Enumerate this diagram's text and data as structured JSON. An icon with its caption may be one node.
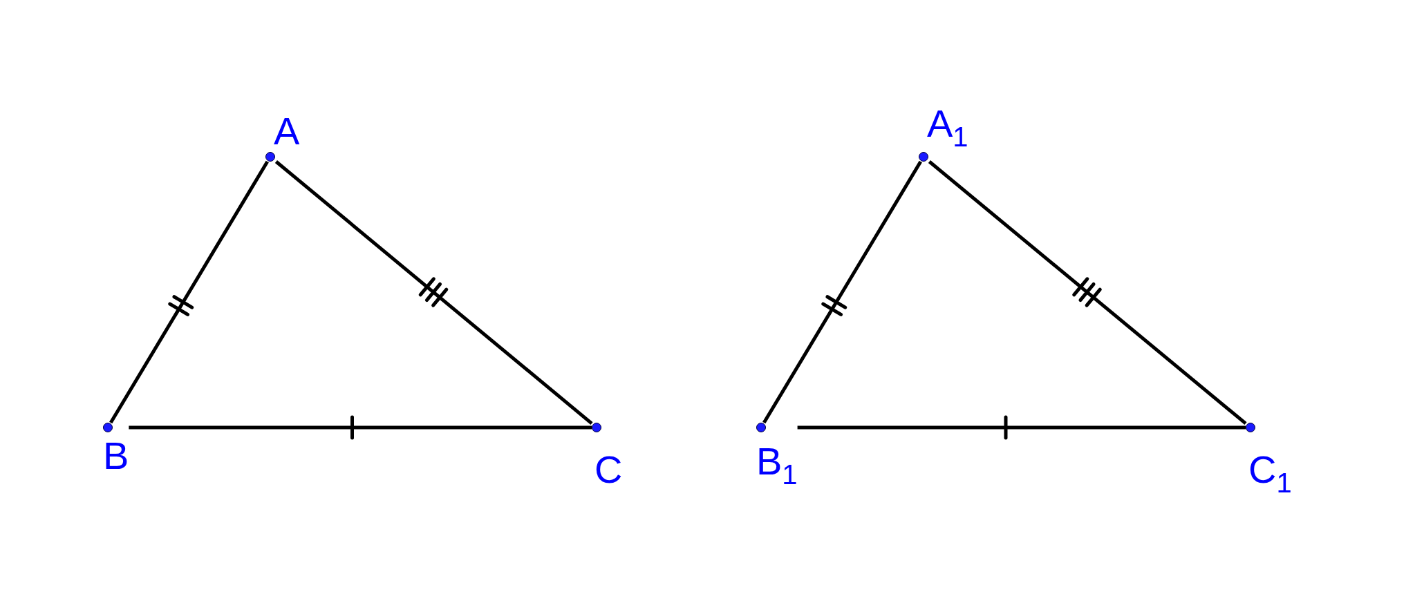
{
  "diagram": {
    "nodes": [
      {
        "text": [
          "A"
        ]
      },
      {
        "text": [
          "B"
        ]
      },
      {
        "text": [
          "C"
        ]
      },
      {
        "text": [
          "A$_{1}$"
        ]
      },
      {
        "text": [
          "B$_{1}$"
        ]
      },
      {
        "text": [
          "C$_{1}$"
        ]
      }
    ],
    "edges": [
      {
        "from": 0,
        "to": 1,
        "arrow": "none"
      },
      {
        "from": 0,
        "to": 2,
        "arrow": "none"
      },
      {
        "from": 1,
        "to": 2,
        "arrow": "none"
      },
      {
        "from": 3,
        "to": 4,
        "arrow": "none"
      },
      {
        "from": 3,
        "to": 5,
        "arrow": "none"
      },
      {
        "from": 4,
        "to": 5,
        "arrow": "none"
      }
    ]
  }
}
